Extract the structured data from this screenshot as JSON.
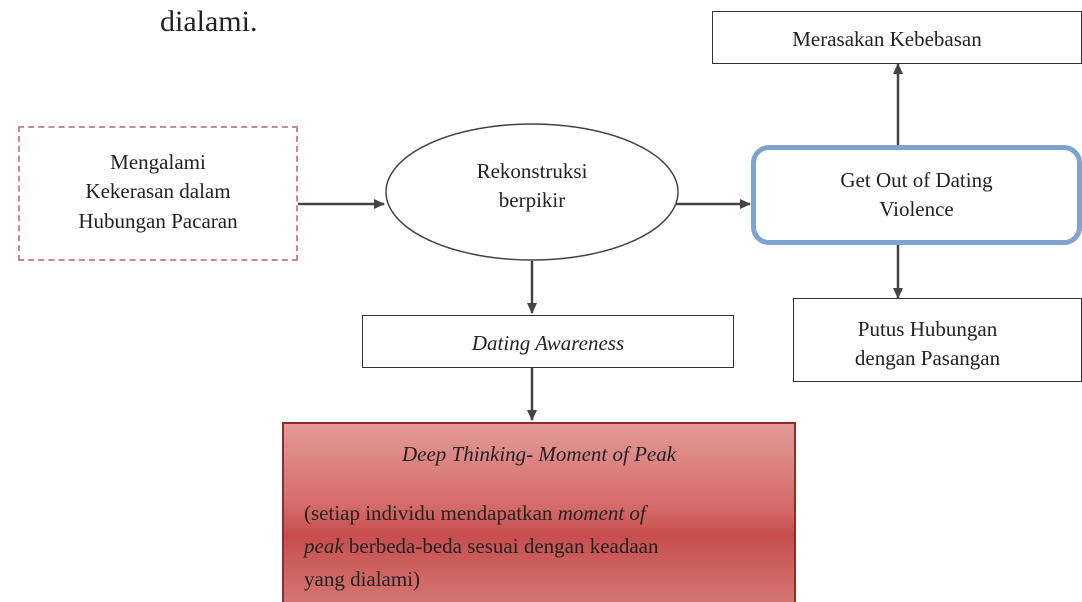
{
  "intro_text": "dialami.",
  "nodes": {
    "experience": {
      "line1": "Mengalami",
      "line2": "Kekerasan dalam",
      "line3": "Hubungan Pacaran"
    },
    "reconstruction": {
      "line1": "Rekonstruksi",
      "line2": "berpikir"
    },
    "awareness": {
      "label": "Dating Awareness"
    },
    "get_out": {
      "line1": "Get Out of Dating",
      "line2": "Violence"
    },
    "freedom": {
      "label": "Merasakan Kebebasan"
    },
    "break_up": {
      "line1": "Putus Hubungan",
      "line2": "dengan Pasangan"
    },
    "peak": {
      "title": "Deep Thinking- Moment of Peak",
      "body_part1": "(setiap individu mendapatkan ",
      "body_italic1": "moment of",
      "body_italic2": "peak",
      "body_part2": " berbeda-beda sesuai dengan keadaan",
      "body_part3": "yang dialami)"
    }
  },
  "colors": {
    "arrow": "#444444",
    "dashed_border": "#c98a8a",
    "rounded_border": "#7ea3cf",
    "peak_fill": "#d46a68",
    "peak_border": "#8c2e2e"
  }
}
